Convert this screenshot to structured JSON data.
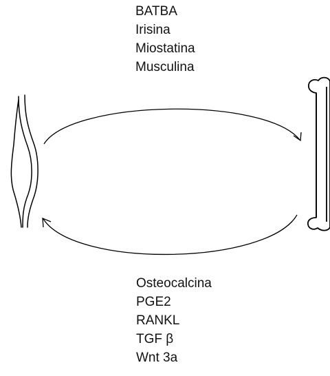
{
  "muscle_to_bone_factors": [
    "BATBA",
    "Irisina",
    "Miostatina",
    "Musculina"
  ],
  "bone_to_muscle_factors": [
    "Osteocalcina",
    "PGE2",
    "RANKL",
    "TGF β",
    "Wnt 3a"
  ],
  "icons": {
    "left": "muscle-icon",
    "right": "bone-icon",
    "top_arrow": "arrow-muscle-to-bone",
    "bottom_arrow": "arrow-bone-to-muscle"
  },
  "colors": {
    "stroke": "#000000",
    "text": "#111111",
    "background": "#ffffff"
  }
}
